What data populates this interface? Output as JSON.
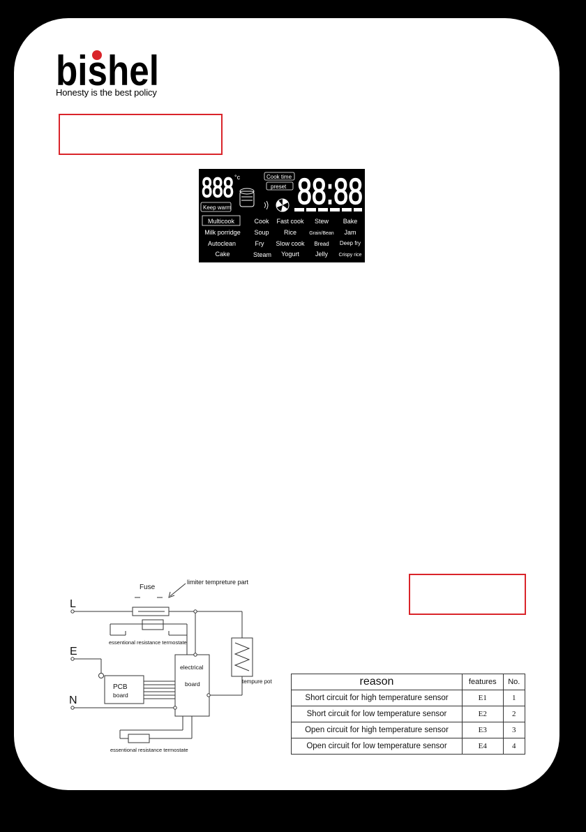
{
  "brand": {
    "logo_text": "bishel",
    "tagline": "Honesty is the best policy",
    "accent_color": "#d9242a"
  },
  "display": {
    "temp_digits": "888",
    "temp_unit": "°c",
    "cook_time_label": "Cook time",
    "preset_label": "preset",
    "clock_digits": "88:88",
    "keep_warm_label": "Keep warm",
    "programs": [
      [
        "Multicook",
        "Cook",
        "Fast cook",
        "Stew",
        "Bake"
      ],
      [
        "Milk porridge",
        "Soup",
        "Rice",
        "Grain/Bean",
        "Jam"
      ],
      [
        "Autoclean",
        "Fry",
        "Slow cook",
        "Bread",
        "Deep fry"
      ],
      [
        "Cake",
        "Steam",
        "Yogurt",
        "Jelly",
        "Crispy rice"
      ]
    ]
  },
  "circuit": {
    "fuse_label": "Fuse",
    "limiter_label": "limiter tempreture part",
    "terminal_l": "L",
    "terminal_e": "E",
    "terminal_n": "N",
    "resistance_top_label": "essentional resistance termostate",
    "resistance_bottom_label": "essentional resistance termostate",
    "board_label_1": "electrical",
    "board_label_2": "board",
    "pcb_label_1": "PCB",
    "pcb_label_2": "board",
    "pot_label": "tempure pot"
  },
  "error_table": {
    "headers": [
      "reason",
      "features",
      "No."
    ],
    "rows": [
      [
        "Short circuit for high temperature sensor",
        "E1",
        "1"
      ],
      [
        "Short circuit for low temperature sensor",
        "E2",
        "2"
      ],
      [
        "Open circuit for high temperature sensor",
        "E3",
        "3"
      ],
      [
        "Open circuit for low temperature sensor",
        "E4",
        "4"
      ]
    ]
  }
}
